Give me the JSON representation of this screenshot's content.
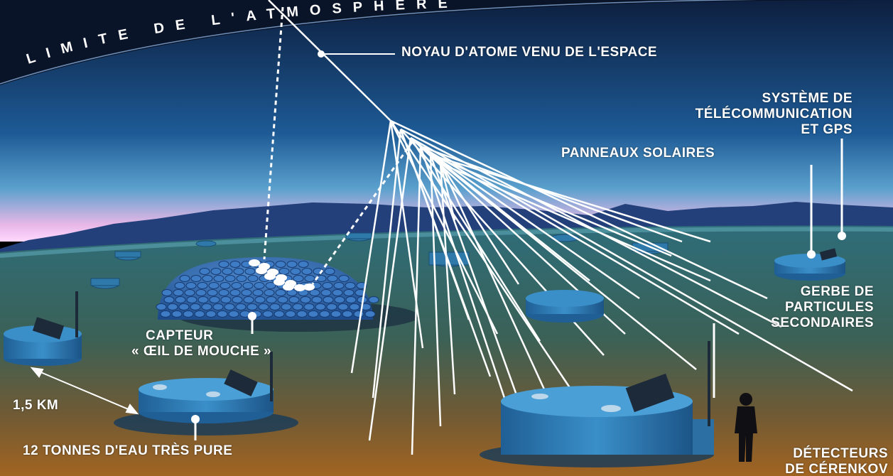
{
  "diagram": {
    "sky_label": "LIMITE DE L'ATMOSPHÈRE",
    "labels": {
      "nucleus": "NOYAU D'ATOME VENU DE L'ESPACE",
      "telecom_line1": "SYSTÈME DE",
      "telecom_line2": "TÉLÉCOMMUNICATION",
      "telecom_line3": "ET GPS",
      "solar": "PANNEAUX SOLAIRES",
      "shower_line1": "GERBE DE",
      "shower_line2": "PARTICULES",
      "shower_line3": "SECONDAIRES",
      "fly_eye_line1": "CAPTEUR",
      "fly_eye_line2": "« ŒIL DE MOUCHE »",
      "distance": "1,5 KM",
      "water": "12 TONNES D'EAU TRÈS PURE",
      "cherenkov_line1": "DÉTECTEURS",
      "cherenkov_line2": "DE CÉRENKOV"
    },
    "colors": {
      "sky_top": "#0d1f3f",
      "sky_mid": "#1d5a95",
      "horizon_glow": "#e7b7e6",
      "ground_far": "#2e6d7a",
      "ground_near": "#a26421",
      "tank": "#2c7fb8",
      "ray": "#ffffff"
    }
  }
}
